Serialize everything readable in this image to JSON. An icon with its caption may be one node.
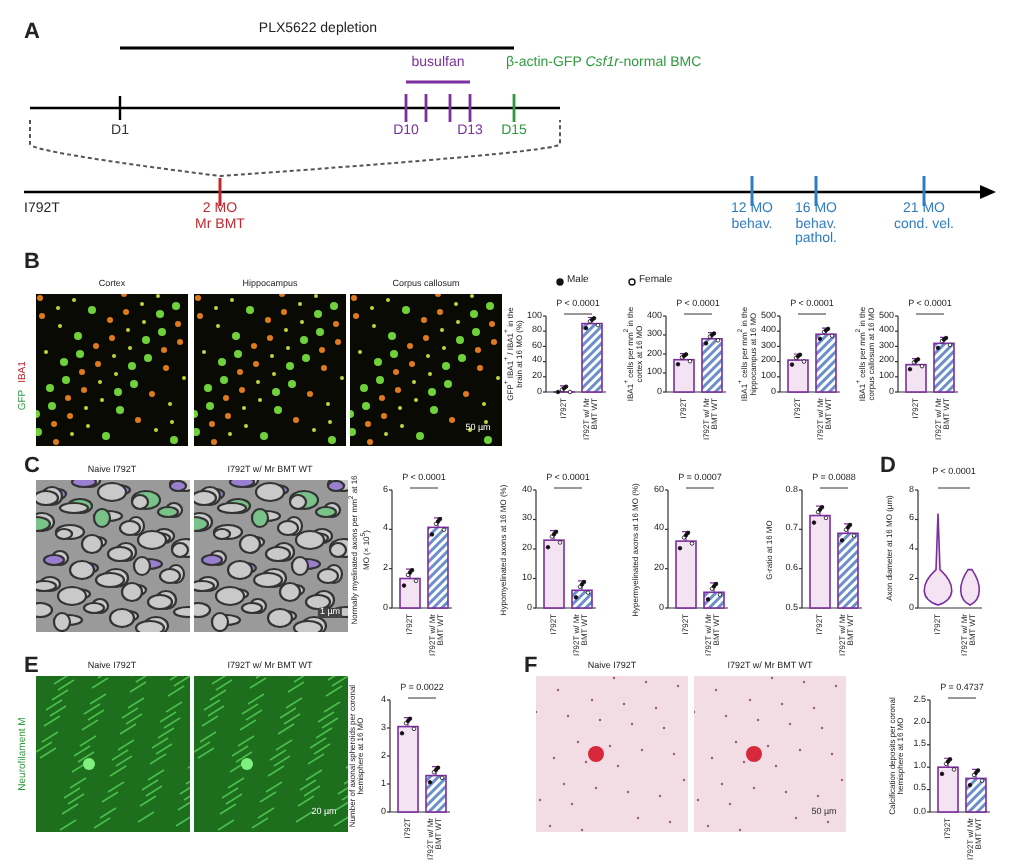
{
  "diagram": {
    "labels": [
      "A",
      "PLX5622 depletion",
      "busulfan",
      "β-actin-GFP *Csf1r*-normal BMC",
      "D1",
      "D10",
      "D13",
      "D15",
      "I792T",
      "2 MO Mr BMT",
      "12 MO behav.",
      "16 MO behav. pathol.",
      "21 MO cond. vel.",
      "B",
      "Cortex",
      "Hippocampus",
      "Corpus callosum",
      "GFP",
      "IBA1",
      "50 µm",
      "C",
      "Naive I792T",
      "I792T w/ Mr BMT WT",
      "1 µm",
      "D",
      "Axon diameter at 16 MO (µm)",
      "0",
      "2",
      "4",
      "6",
      "8",
      "P < 0.0001",
      "I792T",
      "I792T w/ Mr BMT WT",
      "E",
      "Naive I792T",
      "I792T w/ Mr BMT WT",
      "Neurofilament M",
      "20 µm",
      "F",
      "Naive I792T",
      "I792T w/ Mr BMT WT",
      "50 µm"
    ],
    "legend": [
      {
        "text": "Male"
      },
      {
        "text": "Female"
      }
    ],
    "chart_data": [
      {
        "type": "bar",
        "ylabel": "GFP$^{+}$ IBA1$^{+}$ / IBA1$^{+}$ in the brain at 16 MO (%)",
        "categories": [
          "I792T",
          "I792T w/ Mr BMT WT"
        ],
        "values": [
          0,
          90
        ],
        "ylim": [
          0,
          100
        ],
        "yticks": [
          0,
          20,
          40,
          60,
          80,
          100
        ],
        "annotations": [
          "P < 0.0001"
        ]
      },
      {
        "type": "bar",
        "ylabel": "IBA1$^{+}$ cells per mm$^{2}$ in the cortex at 16 MO",
        "categories": [
          "I792T",
          "I792T w/ Mr BMT WT"
        ],
        "values": [
          170,
          280
        ],
        "ylim": [
          0,
          400
        ],
        "yticks": [
          0,
          100,
          200,
          300,
          400
        ],
        "annotations": [
          "P < 0.0001"
        ]
      },
      {
        "type": "bar",
        "ylabel": "IBA1$^{+}$ cells per mm$^{2}$ in the hippocampus at 16 MO",
        "categories": [
          "I792T",
          "I792T w/ Mr BMT WT"
        ],
        "values": [
          210,
          380
        ],
        "ylim": [
          0,
          500
        ],
        "yticks": [
          0,
          100,
          200,
          300,
          400,
          500
        ],
        "annotations": [
          "P < 0.0001"
        ]
      },
      {
        "type": "bar",
        "ylabel": "IBA1$^{+}$ cells per mm$^{2}$ in the corpus callosum at 16 MO",
        "categories": [
          "I792T",
          "I792T w/ Mr BMT WT"
        ],
        "values": [
          180,
          320
        ],
        "ylim": [
          0,
          500
        ],
        "yticks": [
          0,
          100,
          200,
          300,
          400,
          500
        ],
        "annotations": [
          "P < 0.0001"
        ]
      },
      {
        "type": "bar",
        "ylabel": "Normally myelinated axons per mm$^{2}$ at 16 MO (× 10$^{5}$)",
        "categories": [
          "I792T",
          "I792T w/ Mr BMT WT"
        ],
        "values": [
          1.5,
          4.1
        ],
        "ylim": [
          0,
          6
        ],
        "yticks": [
          0,
          2,
          4,
          6
        ],
        "annotations": [
          "P < 0.0001"
        ]
      },
      {
        "type": "bar",
        "ylabel": "Hypomyelinated axons at 16 MO (%)",
        "categories": [
          "I792T",
          "I792T w/ Mr BMT WT"
        ],
        "values": [
          23,
          6
        ],
        "ylim": [
          0,
          40
        ],
        "yticks": [
          0,
          10,
          20,
          30,
          40
        ],
        "annotations": [
          "P < 0.0001"
        ]
      },
      {
        "type": "bar",
        "ylabel": "Hypermyelinated axons at 16 MO (%)",
        "categories": [
          "I792T",
          "I792T w/ Mr BMT WT"
        ],
        "values": [
          34,
          8
        ],
        "ylim": [
          0,
          60
        ],
        "yticks": [
          0,
          20,
          40,
          60
        ],
        "annotations": [
          "P = 0.0007"
        ]
      },
      {
        "type": "bar",
        "ylabel": "G-ratio at 16 MO",
        "categories": [
          "I792T",
          "I792T w/ Mr BMT WT"
        ],
        "values": [
          0.735,
          0.69
        ],
        "ylim": [
          0.5,
          0.8
        ],
        "yticks": [
          0.5,
          0.6,
          0.7,
          0.8
        ],
        "annotations": [
          "P = 0.0088"
        ]
      },
      {
        "type": "bar",
        "ylabel": "Number of axonal spheroids per coronal hemisphere at 16 MO",
        "categories": [
          "I792T",
          "I792T w/ Mr BMT WT"
        ],
        "values": [
          3.05,
          1.3
        ],
        "ylim": [
          0,
          4
        ],
        "yticks": [
          0,
          1,
          2,
          3,
          4
        ],
        "annotations": [
          "P = 0.0022"
        ]
      },
      {
        "type": "bar",
        "ylabel": "Calcification deposits per coronal hemisphere at 16 MO",
        "categories": [
          "I792T",
          "I792T w/ Mr BMT WT"
        ],
        "values": [
          1.0,
          0.75
        ],
        "ylim": [
          0,
          2.5
        ],
        "yticks": [
          {
            "value": 0,
            "label": "0.0"
          },
          {
            "value": 0.5,
            "label": "0.5"
          },
          {
            "value": 1,
            "label": "1.0"
          },
          {
            "value": 1.5,
            "label": "1.5"
          },
          {
            "value": 2,
            "label": "2.0"
          },
          {
            "value": 2.5,
            "label": "2.5"
          }
        ],
        "annotations": [
          "P = 0.4737"
        ]
      }
    ]
  }
}
